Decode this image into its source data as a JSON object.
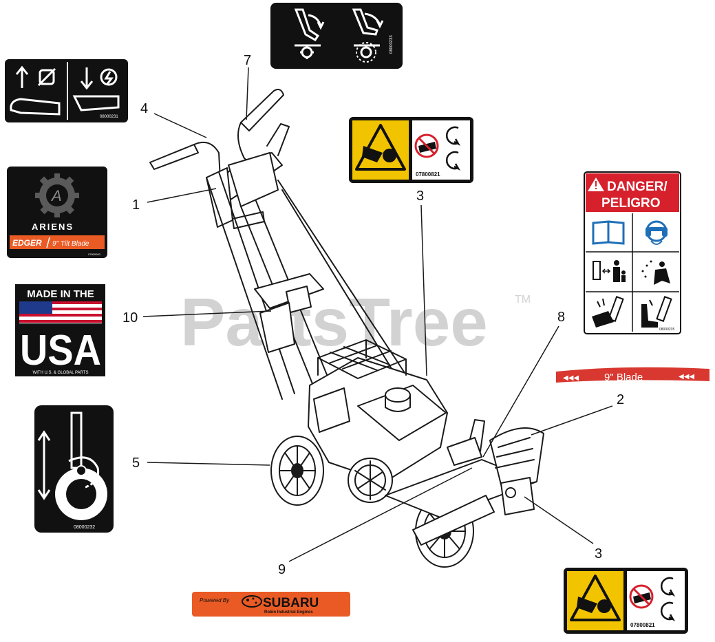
{
  "watermark": {
    "text": "PartsTree",
    "tm": "TM"
  },
  "callouts": [
    {
      "id": "1",
      "label": "1"
    },
    {
      "id": "2",
      "label": "2"
    },
    {
      "id": "3a",
      "label": "3"
    },
    {
      "id": "3b",
      "label": "3"
    },
    {
      "id": "4",
      "label": "4"
    },
    {
      "id": "5",
      "label": "5"
    },
    {
      "id": "7",
      "label": "7"
    },
    {
      "id": "8",
      "label": "8"
    },
    {
      "id": "9",
      "label": "9"
    },
    {
      "id": "10",
      "label": "10"
    }
  ],
  "decals": {
    "throttle": {
      "code": "08000231",
      "icons": [
        "arrow-up-icon",
        "engine-stop-icon",
        "arrow-down-icon",
        "engine-run-icon"
      ]
    },
    "tilt": {
      "code": "08000233",
      "icons": [
        "tilt-up-icon",
        "tilt-down-icon",
        "gear-icon"
      ]
    },
    "ariens": {
      "brand": "ARIENS",
      "product": "EDGER",
      "product_sub": "9\" Tilt Blade",
      "code": "07800000"
    },
    "usa": {
      "line1": "MADE IN THE",
      "line2": "USA",
      "line3": "WITH U.S. & GLOBAL PARTS"
    },
    "depth": {
      "code": "08000232",
      "icons": [
        "double-arrow-icon",
        "wheel-adjust-icon"
      ]
    },
    "warning_top": {
      "code": "07800821",
      "icons": [
        "warning-belt-icon",
        "no-hands-icon",
        "rotation-icon"
      ]
    },
    "warning_bottom": {
      "code": "07800821",
      "icons": [
        "warning-belt-icon",
        "no-hands-icon",
        "rotation-icon"
      ]
    },
    "danger": {
      "title1": "DANGER/",
      "title2": "PELIGRO",
      "code": "08000235",
      "icons": [
        "manual-icon",
        "ear-eye-protection-icon",
        "keep-distance-icon",
        "thrown-object-icon",
        "hand-blade-icon",
        "foot-blade-icon"
      ]
    },
    "blade": {
      "text": "9\" Blade",
      "arrows": "◀◀◀"
    },
    "subaru": {
      "powered_by": "Powered By",
      "brand": "SUBARU",
      "sub": "Robin Industrial Engines"
    }
  },
  "colors": {
    "yellow": "#f2c400",
    "danger_red": "#d6202c",
    "orange": "#ea5a24",
    "blade_red": "#d8382f",
    "black": "#111111"
  }
}
